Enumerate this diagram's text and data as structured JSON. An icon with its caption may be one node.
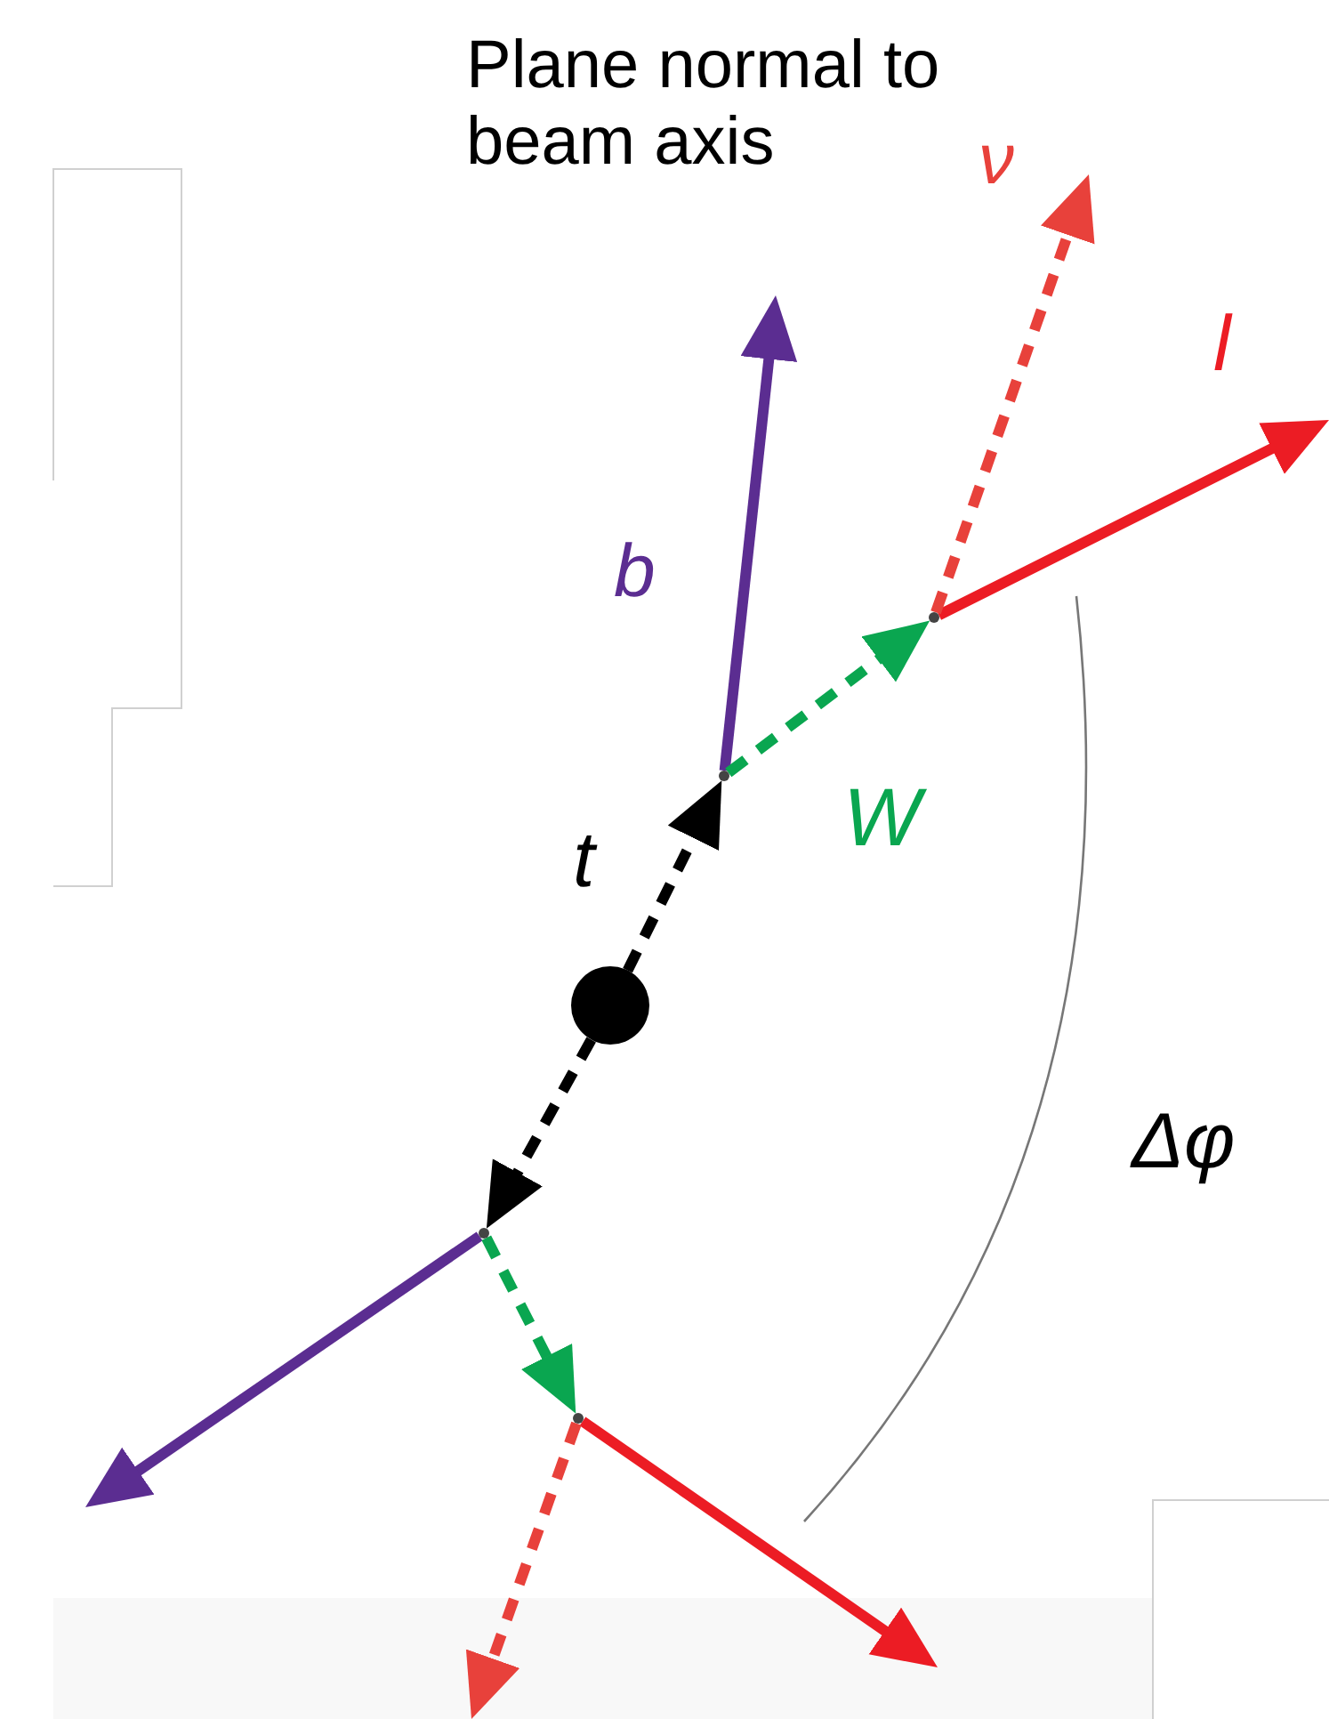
{
  "diagram": {
    "nodes": [
      {
        "text": [],
        "shape": "circle"
      },
      {
        "text": [],
        "shape": "point"
      },
      {
        "text": [],
        "shape": "point"
      },
      {
        "text": [],
        "shape": "point"
      },
      {
        "text": [],
        "shape": "point"
      }
    ],
    "edges": [
      {
        "from": 0,
        "to": 1,
        "arrow": "to",
        "style": "dashed",
        "color": "#000000",
        "label": "t"
      },
      {
        "from": 0,
        "to": 3,
        "arrow": "to",
        "style": "dashed",
        "color": "#000000"
      },
      {
        "from": 1,
        "to": null,
        "arrow": "to",
        "color": "#5b2d91",
        "label": "b"
      },
      {
        "from": 1,
        "to": 2,
        "arrow": "to",
        "style": "dashed",
        "color": "#0aa650",
        "label": "W"
      },
      {
        "from": 2,
        "to": null,
        "arrow": "to",
        "color": "#ec1c24",
        "label": "l"
      },
      {
        "from": 2,
        "to": null,
        "arrow": "to",
        "style": "dashed",
        "color": "#e8413b",
        "label": "ν"
      },
      {
        "from": 3,
        "to": null,
        "arrow": "to",
        "color": "#5b2d91"
      },
      {
        "from": 3,
        "to": 4,
        "arrow": "to",
        "style": "dashed",
        "color": "#0aa650"
      },
      {
        "from": 4,
        "to": null,
        "arrow": "to",
        "color": "#ec1c24"
      },
      {
        "from": 4,
        "to": null,
        "arrow": "to",
        "style": "dashed",
        "color": "#e8413b"
      }
    ],
    "labels": [
      "Plane normal to beam axis",
      "Δφ"
    ]
  }
}
